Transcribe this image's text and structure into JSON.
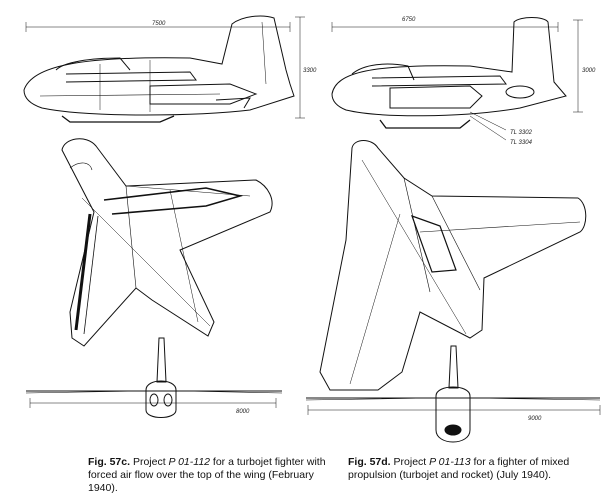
{
  "left": {
    "fig_label": "Fig. 57c.",
    "caption_pre": "Project ",
    "project": "P 01-112",
    "caption_post": " for a turbojet fighter with forced air flow over the top of the wing (February 1940).",
    "dim_length": "7500",
    "dim_height": "3300",
    "dim_span": "8000"
  },
  "right": {
    "fig_label": "Fig. 57d.",
    "caption_pre": "Project ",
    "project": "P 01-113",
    "caption_post": " for a fighter of mixed propulsion (turbojet and rocket) (July 1940).",
    "dim_length": "6750",
    "dim_height": "3000",
    "dim_span": "9000",
    "tank_label_1": "TL 3302",
    "tank_label_2": "TL 3304"
  }
}
